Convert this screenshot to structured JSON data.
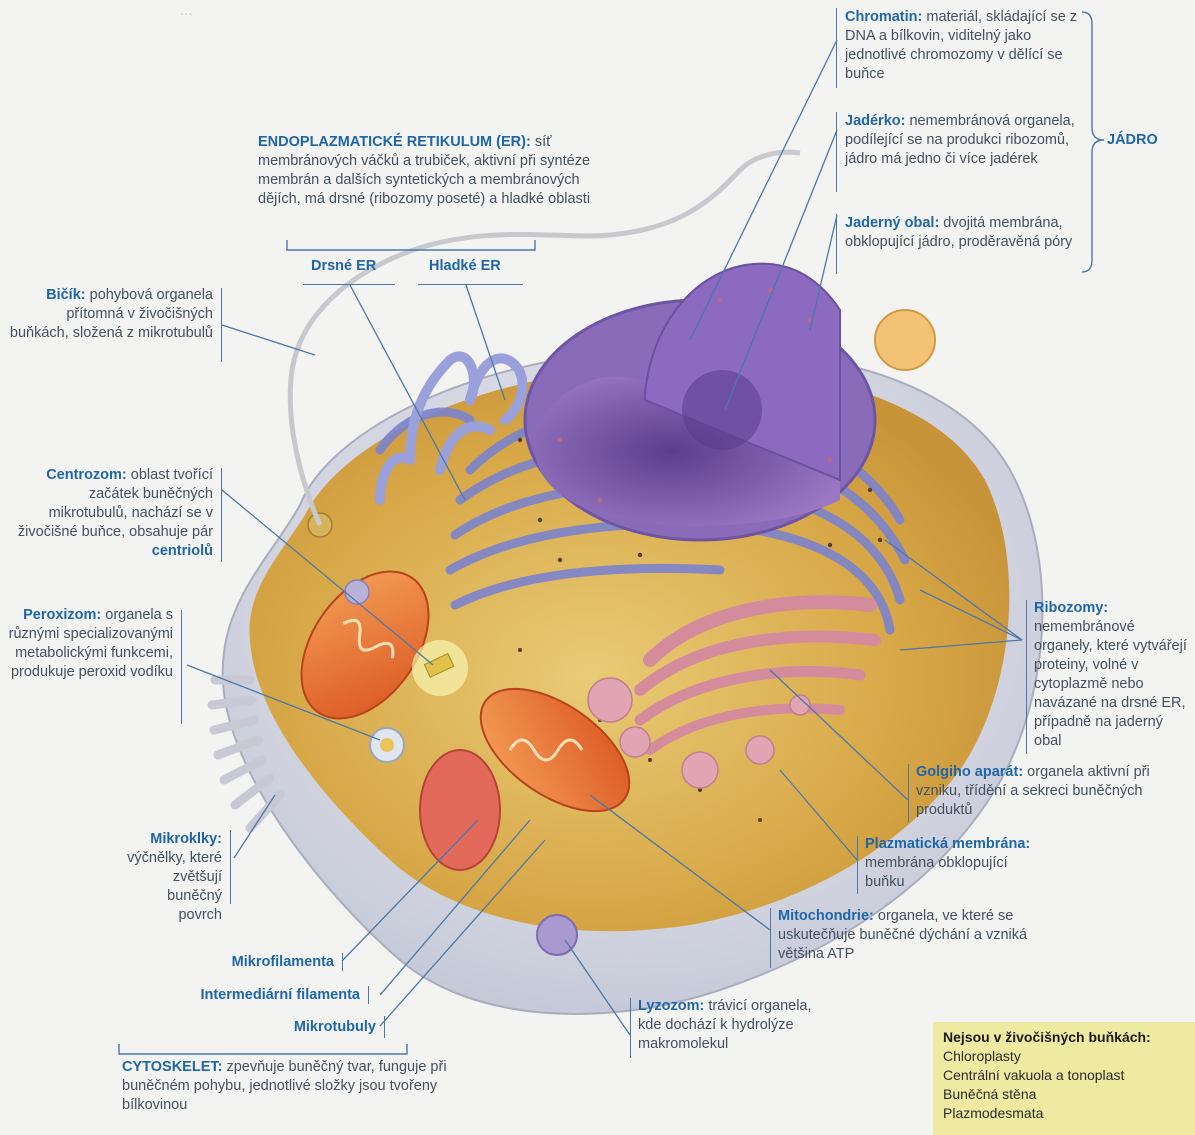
{
  "labels": {
    "chromatin": {
      "title": "Chromatin:",
      "text": " materiál, skládající se z DNA a bílkovin, viditelný jako jednotlivé chromozomy v dělící se buňce"
    },
    "jaderko": {
      "title": "Jadérko:",
      "text": " nemembránová organela, podílející se na produkci ribozomů, jádro má jedno či více jadérek"
    },
    "jaderny_obal": {
      "title": "Jaderný obal:",
      "text": " dvojitá membrána, obklopující jádro, proděravěná póry"
    },
    "jadro": "JÁDRO",
    "er": {
      "title": "ENDOPLAZMATICKÉ RETIKULUM (ER):",
      "text": " síť membránových váčků a trubiček, aktivní při syntéze membrán a dalších syntetických a membránových dějích, má drsné (ribozomy poseté) a hladké oblasti"
    },
    "drsne_er": "Drsné ER",
    "hladke_er": "Hladké ER",
    "bicik": {
      "title": "Bičík:",
      "text": " pohybová organela přítomná v živočišných buňkách, složená z mikrotubulů"
    },
    "centrozom": {
      "title": "Centrozom:",
      "text": " oblast tvořící začátek buněčných mikrotubulů, nachází se v živočišné buňce, obsahuje pár ",
      "strong": "centriolů"
    },
    "peroxizom": {
      "title": "Peroxizom:",
      "text": " organela s různými specializovanými metabolickými funkcemi, produkuje peroxid vodíku"
    },
    "mikroklky": {
      "title": "Mikroklky:",
      "text": " výčnělky, které zvětšují buněčný povrch"
    },
    "mikrofilamenta": "Mikrofilamenta",
    "intermediarni": "Intermediární filamenta",
    "mikrotubuly": "Mikrotubuly",
    "cytoskelet": {
      "title": "CYTOSKELET:",
      "text": " zpevňuje buněčný tvar, funguje při buněčném pohybu, jednotlivé složky jsou tvořeny bílkovinou"
    },
    "ribozomy": {
      "title": "Ribozomy:",
      "text": " nemembránové organely, které vytvářejí proteiny, volné v cytoplazmě nebo navázané na drsné ER, případně na jaderný obal"
    },
    "golgi": {
      "title": "Golgiho aparát:",
      "text": " organela aktivní při vzniku, třídění a sekreci buněčných produktů"
    },
    "plazmaticka": {
      "title": "Plazmatická membrána:",
      "text": " membrána obklopující buňku"
    },
    "mitochondrie": {
      "title": "Mitochondrie:",
      "text": " organela, ve které se uskutečňuje buněčné dýchání a vzniká většina ATP"
    },
    "lyzozom": {
      "title": "Lyzozom:",
      "text": " trávicí organela, kde dochází k hydrolýze makromolekul"
    }
  },
  "note": {
    "heading": "Nejsou v živočišných buňkách:",
    "items": [
      "Chloroplasty",
      "Centrální vakuola a tonoplast",
      "Buněčná stěna",
      "Plazmodesmata"
    ]
  },
  "colors": {
    "label_title": "#1f66a9",
    "leader_line": "#4d77a8",
    "note_bg": "#efeaa2",
    "nucleus": "#7b5aa8",
    "er": "#8a8fd0",
    "golgi": "#d99aa8",
    "mitochondria": "#e8733a",
    "cytoplasm": "#e0b449"
  }
}
